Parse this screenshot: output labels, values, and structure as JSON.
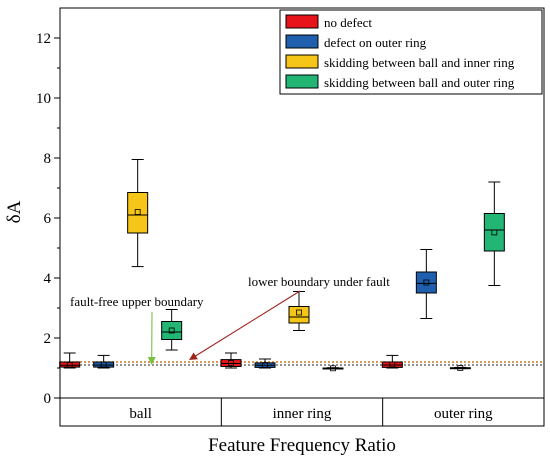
{
  "chart_data": {
    "type": "box",
    "title": "",
    "xlabel": "Feature Frequency Ratio",
    "ylabel": "δA",
    "ylim": [
      0,
      13
    ],
    "yticks": [
      0,
      2,
      4,
      6,
      8,
      10,
      12
    ],
    "categories": [
      "ball",
      "inner ring",
      "outer ring"
    ],
    "legend_position": "top-right",
    "series": [
      {
        "name": "no defect",
        "color": "#e8141c",
        "boxes": [
          {
            "category": "ball",
            "min": 1.0,
            "q1": 1.03,
            "median": 1.09,
            "q3": 1.2,
            "max": 1.5,
            "mean": 1.1
          },
          {
            "category": "inner ring",
            "min": 1.0,
            "q1": 1.05,
            "median": 1.15,
            "q3": 1.28,
            "max": 1.5,
            "mean": 1.17
          },
          {
            "category": "outer ring",
            "min": 1.0,
            "q1": 1.02,
            "median": 1.1,
            "q3": 1.2,
            "max": 1.42,
            "mean": 1.12
          }
        ]
      },
      {
        "name": "defect on outer ring",
        "color": "#1f5fad",
        "boxes": [
          {
            "category": "ball",
            "min": 1.0,
            "q1": 1.03,
            "median": 1.1,
            "q3": 1.2,
            "max": 1.42,
            "mean": 1.12
          },
          {
            "category": "inner ring",
            "min": 1.0,
            "q1": 1.02,
            "median": 1.09,
            "q3": 1.17,
            "max": 1.3,
            "mean": 1.1
          },
          {
            "category": "outer ring",
            "min": 2.65,
            "q1": 3.5,
            "median": 3.82,
            "q3": 4.2,
            "max": 4.95,
            "mean": 3.85
          }
        ]
      },
      {
        "name": "skidding between ball and inner ring",
        "color": "#f5c518",
        "boxes": [
          {
            "category": "ball",
            "min": 4.38,
            "q1": 5.5,
            "median": 6.1,
            "q3": 6.85,
            "max": 7.95,
            "mean": 6.2
          },
          {
            "category": "inner ring",
            "min": 2.25,
            "q1": 2.5,
            "median": 2.7,
            "q3": 3.05,
            "max": 3.55,
            "mean": 2.85
          },
          {
            "category": "outer ring",
            "min": 0.98,
            "q1": 0.99,
            "median": 1.0,
            "q3": 1.01,
            "max": 1.02,
            "mean": 1.0
          }
        ]
      },
      {
        "name": "skidding between ball and outer ring",
        "color": "#22b573",
        "boxes": [
          {
            "category": "ball",
            "min": 1.6,
            "q1": 1.95,
            "median": 2.2,
            "q3": 2.55,
            "max": 2.95,
            "mean": 2.25
          },
          {
            "category": "inner ring",
            "min": 0.97,
            "q1": 0.98,
            "median": 0.99,
            "q3": 1.0,
            "max": 1.01,
            "mean": 0.99
          },
          {
            "category": "outer ring",
            "min": 3.75,
            "q1": 4.9,
            "median": 5.6,
            "q3": 6.15,
            "max": 7.2,
            "mean": 5.52
          }
        ]
      }
    ],
    "reference_lines": [
      {
        "y": 1.1,
        "color": "#6e6e6e"
      },
      {
        "y": 1.2,
        "color": "#c8781e"
      }
    ],
    "annotations": [
      {
        "text": "fault-free upper boundary",
        "color": "#7ac143",
        "points_to": {
          "category": "ball",
          "y": 1.1
        }
      },
      {
        "text": "lower boundary under fault",
        "color": "#a0231e",
        "points_to": {
          "category": "ball",
          "y": 1.2
        }
      }
    ]
  }
}
